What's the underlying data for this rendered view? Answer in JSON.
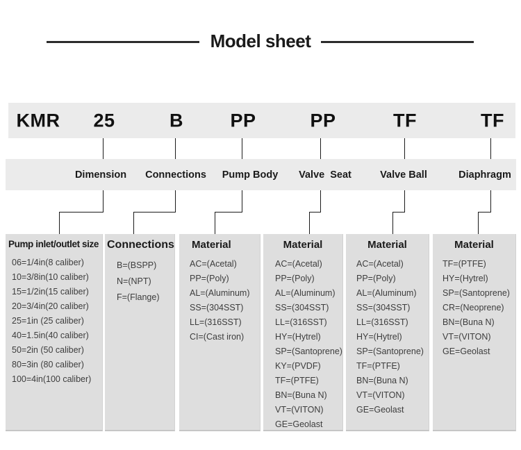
{
  "title": "Model sheet",
  "model_code": {
    "segments": [
      {
        "code": "KMR",
        "label": ""
      },
      {
        "code": "25",
        "label": "Dimension"
      },
      {
        "code": "B",
        "label": "Connections"
      },
      {
        "code": "PP",
        "label": "Pump Body"
      },
      {
        "code": "PP",
        "label": "Valve  Seat"
      },
      {
        "code": "TF",
        "label": "Valve Ball"
      },
      {
        "code": "TF",
        "label": "Diaphragm"
      }
    ]
  },
  "legend_boxes": [
    {
      "header": "Pump inlet/outlet size",
      "items": [
        "06=1/4in(8 caliber)",
        "10=3/8in(10 caliber)",
        "15=1/2in(15 caliber)",
        "20=3/4in(20 caliber)",
        "25=1in (25 caliber)",
        "40=1.5in(40 caliber)",
        "50=2in (50 caliber)",
        "80=3in (80 caliber)",
        "100=4in(100 caliber)"
      ]
    },
    {
      "header": "Connections",
      "items": [
        "B=(BSPP)",
        "N=(NPT)",
        "F=(Flange)"
      ]
    },
    {
      "header": "Material",
      "items": [
        "AC=(Acetal)",
        "PP=(Poly)",
        "AL=(Aluminum)",
        "SS=(304SST)",
        "LL=(316SST)",
        "CI=(Cast iron)"
      ]
    },
    {
      "header": "Material",
      "items": [
        "AC=(Acetal)",
        "PP=(Poly)",
        "AL=(Aluminum)",
        "SS=(304SST)",
        "LL=(316SST)",
        "HY=(Hytrel)",
        "SP=(Santoprene)",
        "KY=(PVDF)",
        "TF=(PTFE)",
        "BN=(Buna N)",
        "VT=(VITON)",
        "GE=Geolast"
      ]
    },
    {
      "header": "Material",
      "items": [
        "AC=(Acetal)",
        "PP=(Poly)",
        "AL=(Aluminum)",
        "SS=(304SST)",
        "LL=(316SST)",
        "HY=(Hytrel)",
        "SP=(Santoprene)",
        "TF=(PTFE)",
        "BN=(Buna N)",
        "VT=(VITON)",
        "GE=Geolast"
      ]
    },
    {
      "header": "Material",
      "items": [
        "TF=(PTFE)",
        "HY=(Hytrel)",
        "SP=(Santoprene)",
        "CR=(Neoprene)",
        "BN=(Buna N)",
        "VT=(VITON)",
        "GE=Geolast"
      ]
    }
  ],
  "colors": {
    "band_bg": "#ebebeb",
    "box_bg": "#dedede",
    "connector": "#1a1a1a",
    "heading_text": "#1a1a1a",
    "item_text": "#3d3d3d"
  }
}
